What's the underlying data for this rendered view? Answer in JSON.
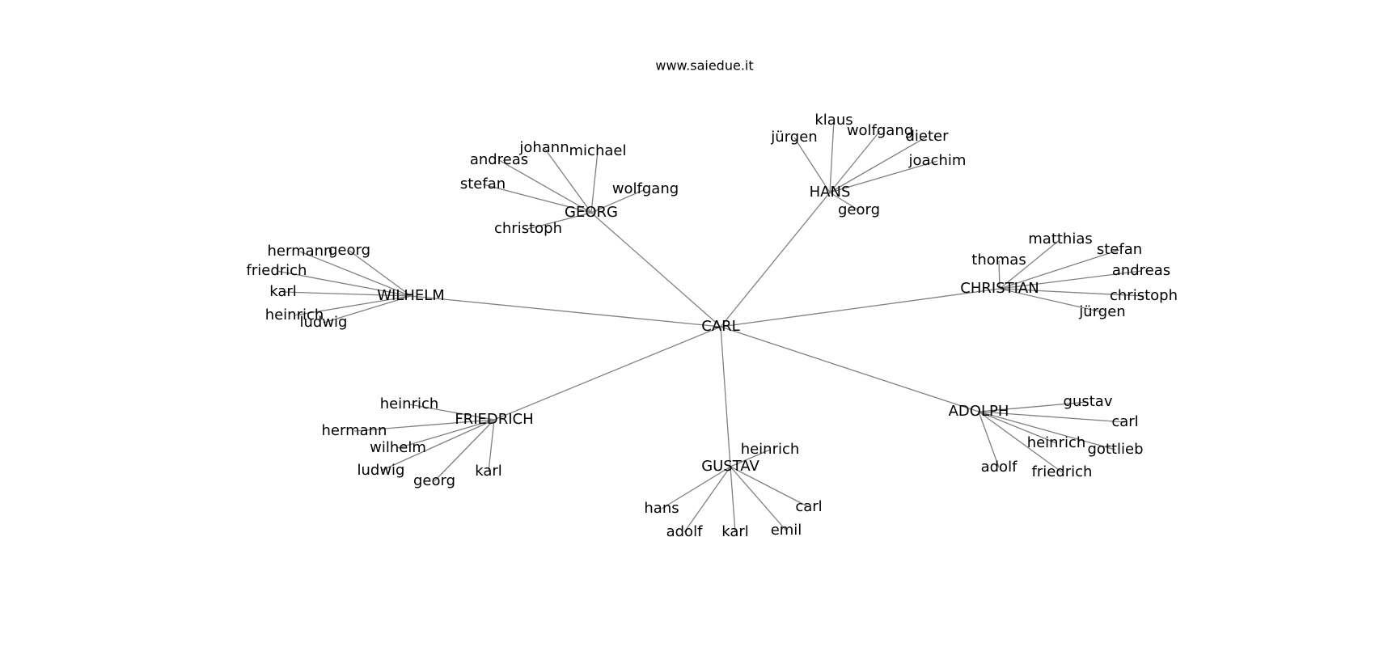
{
  "title": "www.saiedue.it",
  "colors": {
    "edge": "#808080",
    "text": "#000000",
    "background": "#ffffff"
  },
  "graph": {
    "root": "CARL",
    "children": [
      {
        "name": "GEORG",
        "children": [
          "johann",
          "michael",
          "andreas",
          "stefan",
          "wolfgang",
          "christoph"
        ]
      },
      {
        "name": "HANS",
        "children": [
          "klaus",
          "wolfgang",
          "dieter",
          "jürgen",
          "joachim",
          "georg"
        ]
      },
      {
        "name": "WILHELM",
        "children": [
          "hermann",
          "georg",
          "friedrich",
          "karl",
          "heinrich",
          "ludwig"
        ]
      },
      {
        "name": "CHRISTIAN",
        "children": [
          "matthias",
          "stefan",
          "thomas",
          "andreas",
          "christoph",
          "jürgen"
        ]
      },
      {
        "name": "FRIEDRICH",
        "children": [
          "heinrich",
          "hermann",
          "wilhelm",
          "ludwig",
          "georg",
          "karl"
        ]
      },
      {
        "name": "ADOLPH",
        "children": [
          "gustav",
          "carl",
          "heinrich",
          "gottlieb",
          "adolf",
          "friedrich"
        ]
      },
      {
        "name": "GUSTAV",
        "children": [
          "heinrich",
          "carl",
          "hans",
          "adolf",
          "karl",
          "emil"
        ]
      }
    ]
  }
}
